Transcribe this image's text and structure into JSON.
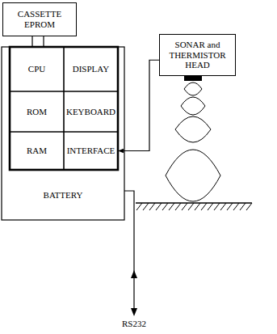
{
  "diagram": {
    "nodes": [
      {
        "text": [
          "CASSETTE EPROM"
        ]
      },
      {
        "text": [
          "CPU"
        ]
      },
      {
        "text": [
          "DISPLAY"
        ]
      },
      {
        "text": [
          "ROM"
        ]
      },
      {
        "text": [
          "KEYBOARD"
        ]
      },
      {
        "text": [
          "RAM"
        ]
      },
      {
        "text": [
          "INTERFACE"
        ]
      },
      {
        "text": [
          "BATTERY"
        ]
      },
      {
        "text": [
          "SONAR and THERMISTOR HEAD"
        ]
      }
    ],
    "edges": [
      {
        "from": 0,
        "to": 1,
        "arrow": "none"
      },
      {
        "from": 8,
        "to": 6,
        "arrow": "to"
      }
    ],
    "labels": [
      "RS232"
    ]
  }
}
